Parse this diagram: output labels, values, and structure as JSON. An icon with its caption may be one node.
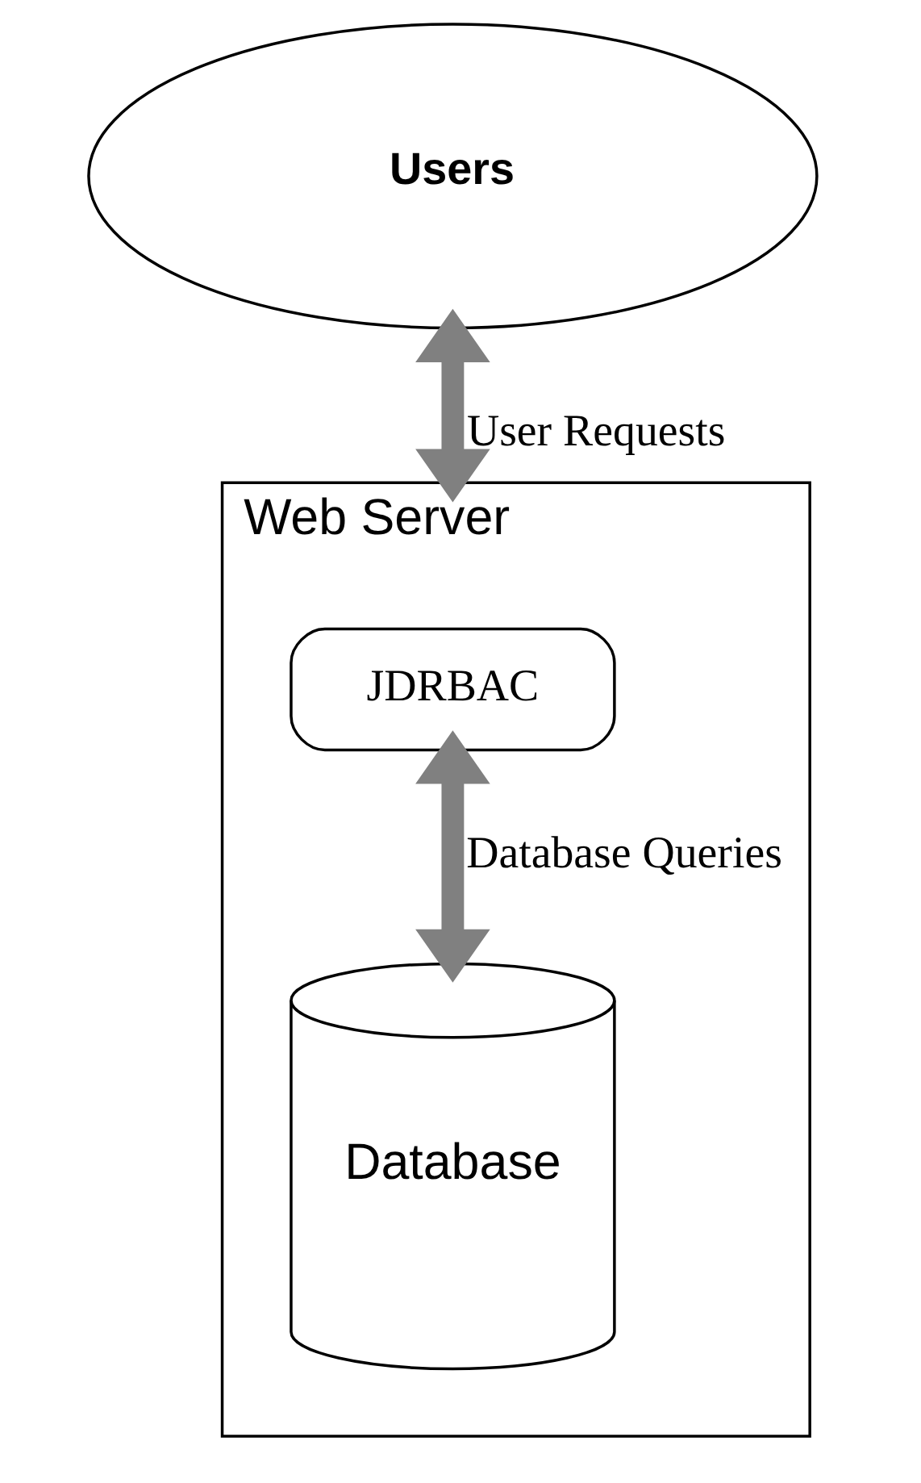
{
  "diagram": {
    "nodes": [
      {
        "text": [
          "Users"
        ]
      },
      {
        "text": [
          "Web Server"
        ]
      },
      {
        "text": [
          "JDRBAC"
        ],
        "in": 1
      },
      {
        "text": [
          "Database"
        ],
        "in": 1
      }
    ],
    "edges": [
      {
        "from": 0,
        "to": 1,
        "arrow": "both",
        "label": "User Requests"
      },
      {
        "from": 2,
        "to": 3,
        "arrow": "both",
        "label": "Database Queries"
      }
    ]
  }
}
